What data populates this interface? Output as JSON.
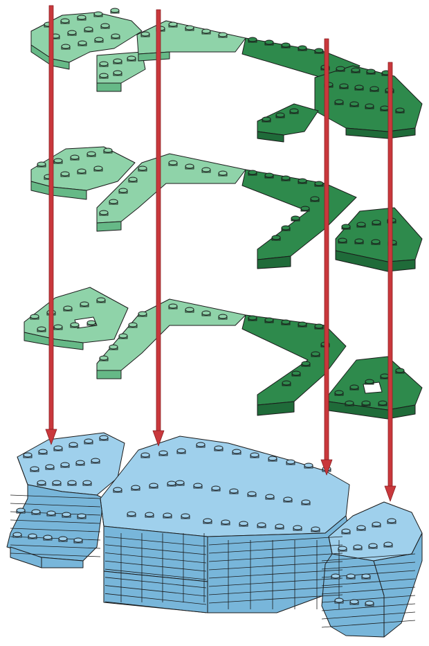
{
  "figure": {
    "palette": {
      "light_green": "#8fd3a9",
      "light_green_side": "#66b987",
      "dark_green": "#2e8a4c",
      "dark_green_side": "#1f6b39",
      "blue": "#9fd0ec",
      "blue_side": "#78b6da",
      "rod": "#c9383c",
      "outline": "#1a1a1a"
    },
    "layers": [
      {
        "name": "layer-1"
      },
      {
        "name": "layer-2"
      },
      {
        "name": "layer-3"
      }
    ],
    "rod_count": 4
  }
}
